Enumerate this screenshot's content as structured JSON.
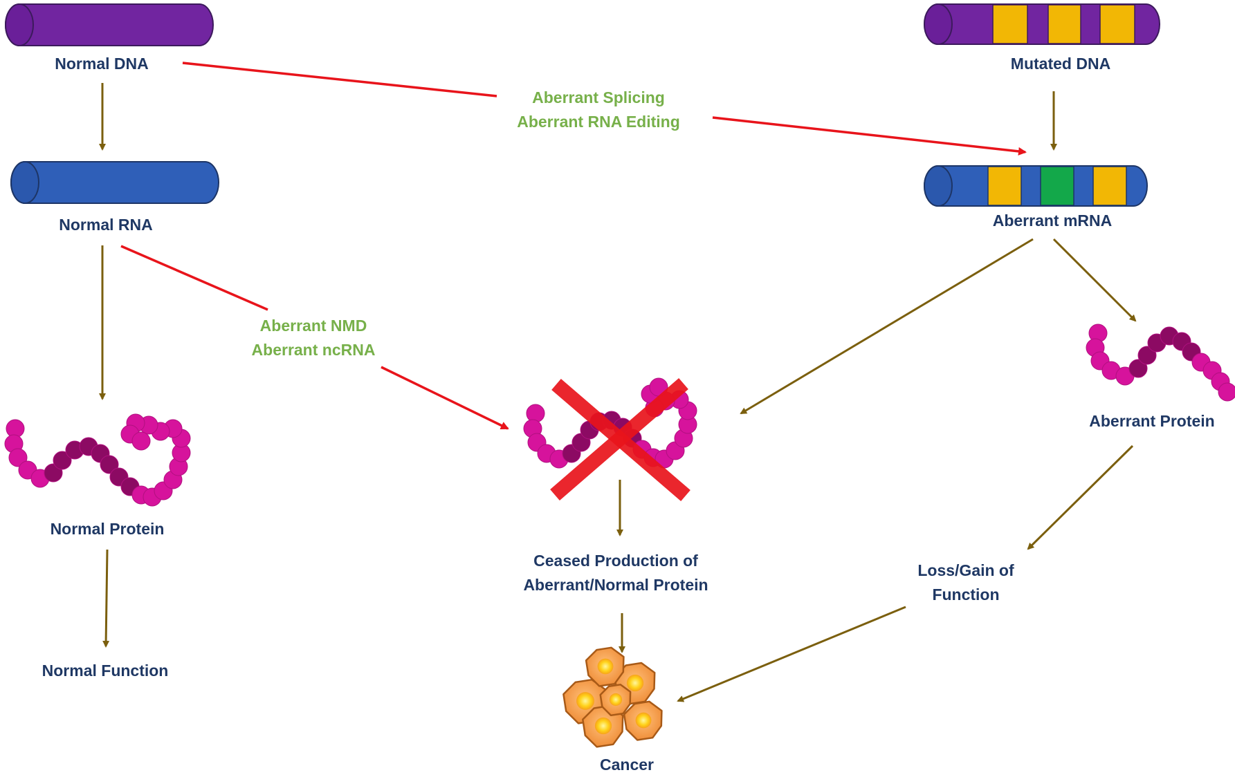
{
  "colors": {
    "label": "#1f3864",
    "mechanism": "#77b04a",
    "flow_arrow": "#7b5f0e",
    "aberrant_arrow": "#e8141b",
    "dna": "#7125a0",
    "rna": "#2f5fb8",
    "exon_yellow": "#f2b705",
    "exon_green": "#13a84a",
    "protein_bright": "#d6139c",
    "protein_dark": "#8c0a63",
    "cross": "#e8141b",
    "cell": "#f0953d"
  },
  "nodes": {
    "normal_dna": "Normal DNA",
    "mutated_dna": "Mutated DNA",
    "normal_rna": "Normal RNA",
    "aberrant_mrna": "Aberrant mRNA",
    "normal_protein": "Normal Protein",
    "aberrant_protein": "Aberrant Protein",
    "normal_function": "Normal Function",
    "ceased_production": [
      "Ceased Production of",
      "Aberrant/Normal Protein"
    ],
    "loss_gain": [
      "Loss/Gain of",
      "Function"
    ],
    "cancer": "Cancer"
  },
  "mechanisms": {
    "splicing": [
      "Aberrant Splicing",
      "Aberrant RNA Editing"
    ],
    "nmd": [
      "Aberrant NMD",
      "Aberrant ncRNA"
    ]
  },
  "icons": {
    "normal_dna": "dna-strand-icon",
    "mutated_dna": "mutated-dna-strand-icon",
    "normal_rna": "rna-strand-icon",
    "aberrant_mrna": "aberrant-mrna-strand-icon",
    "normal_protein": "protein-chain-icon",
    "aberrant_protein": "aberrant-protein-chain-icon",
    "ceased_protein": "crossed-protein-icon",
    "cancer": "cancer-cells-icon"
  }
}
